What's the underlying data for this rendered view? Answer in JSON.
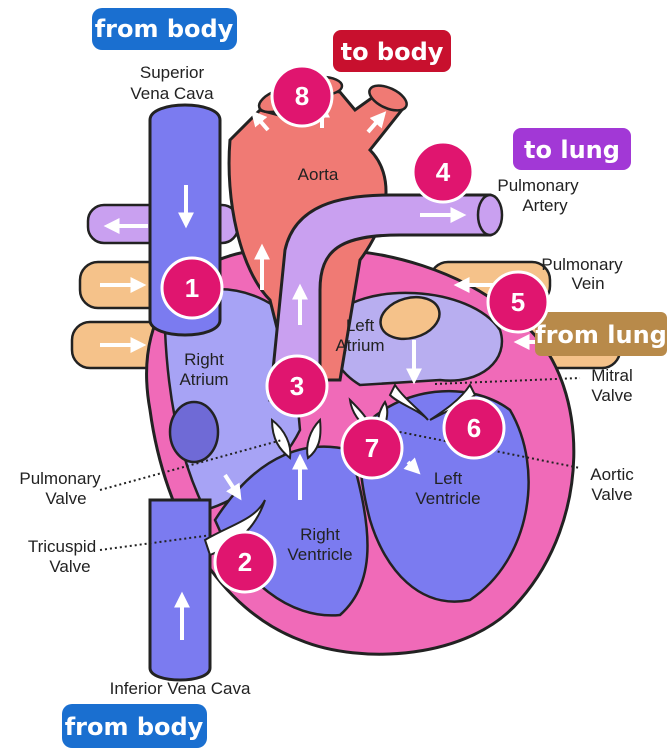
{
  "tags": {
    "from_body_top": "from body",
    "to_body": "to body",
    "to_lung": "to lung",
    "from_lung": "from lung",
    "from_body_bottom": "from body"
  },
  "labels": {
    "superior_vena_cava_1": "Superior",
    "superior_vena_cava_2": "Vena Cava",
    "aorta": "Aorta",
    "pulmonary_artery_1": "Pulmonary",
    "pulmonary_artery_2": "Artery",
    "pulmonary_vein_1": "Pulmonary",
    "pulmonary_vein_2": "Vein",
    "left_atrium_1": "Left",
    "left_atrium_2": "Atrium",
    "right_atrium_1": "Right",
    "right_atrium_2": "Atrium",
    "mitral_valve_1": "Mitral",
    "mitral_valve_2": "Valve",
    "pulmonary_valve_1": "Pulmonary",
    "pulmonary_valve_2": "Valve",
    "aortic_valve_1": "Aortic",
    "aortic_valve_2": "Valve",
    "left_ventricle_1": "Left",
    "left_ventricle_2": "Ventricle",
    "right_ventricle_1": "Right",
    "right_ventricle_2": "Ventricle",
    "tricuspid_valve_1": "Tricuspid",
    "tricuspid_valve_2": "Valve",
    "inferior_vena_cava": "Inferior Vena Cava"
  },
  "steps": [
    "1",
    "2",
    "3",
    "4",
    "5",
    "6",
    "7",
    "8"
  ],
  "colors": {
    "deoxygenated": "#7b7bf0",
    "oxygenated": "#f07a74",
    "pulmonary_artery": "#c9a0f0",
    "pulmonary_vein": "#f5c28a",
    "heart_wall": "#f06ab8",
    "marker": "#e0156f",
    "tag_blue": "#1a6fd0",
    "tag_red": "#c8102e",
    "tag_purple": "#a238d6",
    "tag_tan": "#b88a4a"
  }
}
